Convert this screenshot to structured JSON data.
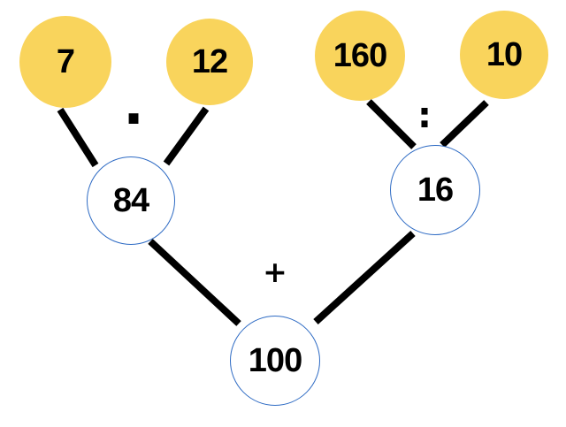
{
  "diagram": {
    "type": "arithmetic-tree",
    "background": "#FFFFFF",
    "colors": {
      "leaf_fill": "#F9D45C",
      "result_border": "#2E6BC4",
      "edge": "#000000",
      "text": "#000000"
    },
    "nodes": {
      "n7": {
        "value": "7",
        "role": "operand-leaf"
      },
      "n12": {
        "value": "12",
        "role": "operand-leaf"
      },
      "n160": {
        "value": "160",
        "role": "operand-leaf"
      },
      "n10": {
        "value": "10",
        "role": "operand-leaf"
      },
      "n84": {
        "value": "84",
        "role": "intermediate-result"
      },
      "n16": {
        "value": "16",
        "role": "intermediate-result"
      },
      "n100": {
        "value": "100",
        "role": "final-result"
      }
    },
    "operators": {
      "multiply": {
        "symbol": "·"
      },
      "divide": {
        "symbol": ":"
      },
      "add": {
        "symbol": "+"
      }
    }
  }
}
